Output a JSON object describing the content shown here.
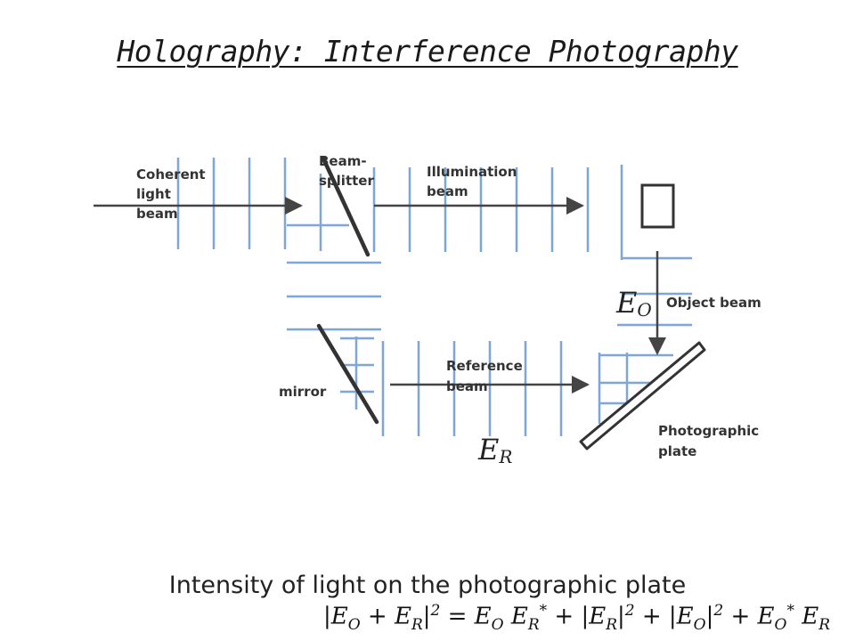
{
  "title": "Holography: Interference Photography",
  "labels": {
    "coherent": [
      "Coherent",
      "light",
      "beam"
    ],
    "beamsplitter": [
      "Beam-",
      "splitter"
    ],
    "illumination": [
      "Illumination",
      "beam"
    ],
    "object_beam": "Object beam",
    "reference": [
      "Reference",
      "beam"
    ],
    "mirror": "mirror",
    "plate": [
      "Photographic",
      "plate"
    ]
  },
  "symbols": {
    "EO": {
      "base": "E",
      "sub": "O"
    },
    "ER": {
      "base": "E",
      "sub": "R"
    }
  },
  "caption": "Intensity of light on the photographic plate",
  "equation": "|E_O + E_R|^2 = E_O E_R^* + |E_R|^2 + |E_O|^2 + E_O^* E_R",
  "colors": {
    "wavefront": "#7ea6d8",
    "element": "#333333",
    "arrow": "#444444"
  }
}
